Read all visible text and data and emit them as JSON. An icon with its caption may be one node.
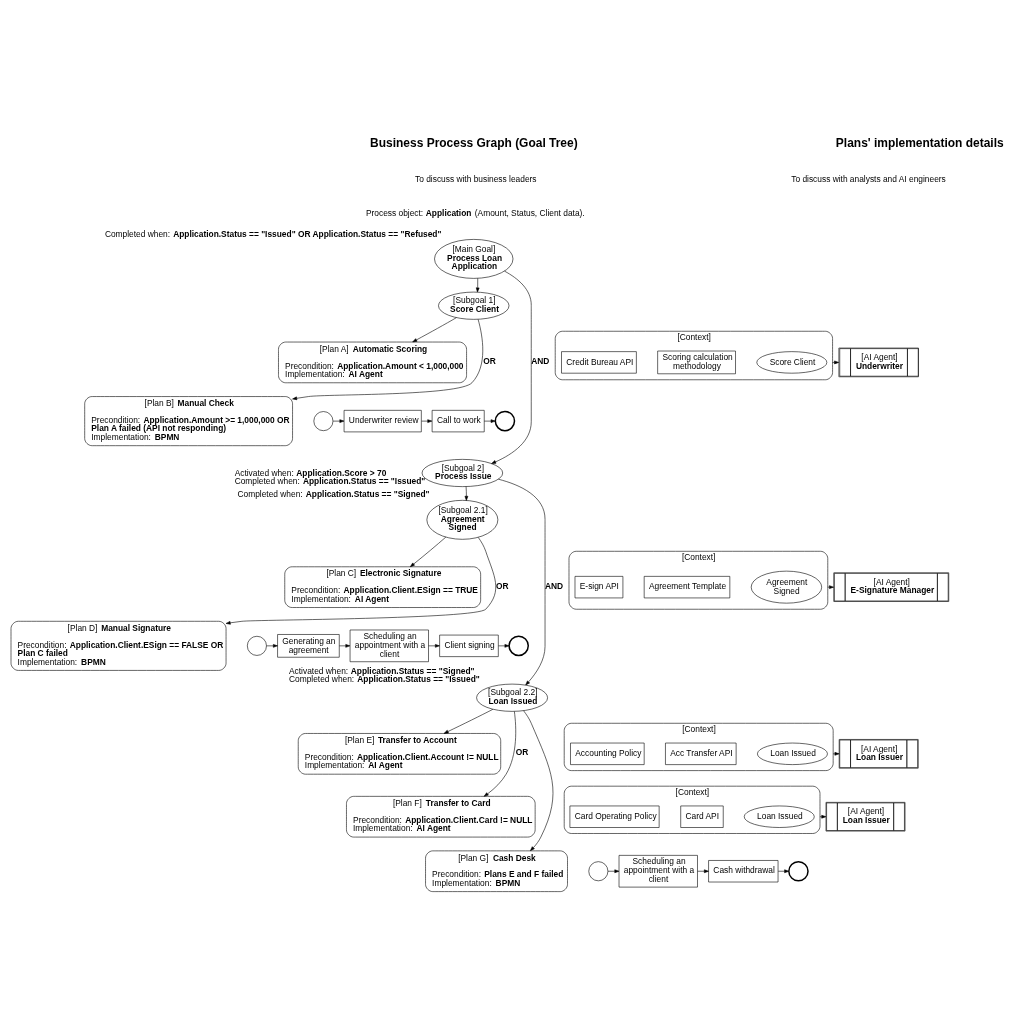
{
  "diagram": {
    "nodes": [
      {
        "text": [
          "[Main Goal]",
          "Process Loan Application"
        ],
        "beside": [
          "Completed when: **Application.Status == \"Issued\" OR Application.Status == \"Refused\"**"
        ]
      },
      {
        "text": [
          "[Subgoal 1]",
          "Score Client"
        ]
      },
      {
        "text": [
          "[Plan A] **Automatic Scoring**",
          "Precondition: **Application.Amount < 1,000,000**",
          "Implementation: **AI Agent**"
        ]
      },
      {
        "text": [
          "[Plan B] **Manual Check**",
          "Precondition: **Application.Amount >= 1,000,000 OR Plan A failed (API not responding)**",
          "Implementation: **BPMN**"
        ]
      },
      {
        "text": [
          "[Subgoal 2]",
          "Process Issue"
        ],
        "beside": [
          "Activated when: **Application.Score > 70**",
          "Completed when: **Application.Status == \"Issued\"**"
        ]
      },
      {
        "text": [
          "[Subgoal 2.1]",
          "Agreement Signed"
        ],
        "beside": [
          "Completed when: **Application.Status == \"Signed\"**"
        ]
      },
      {
        "text": [
          "[Plan C] **Electronic Signature**",
          "Precondition: **Application.Client.ESign == TRUE**",
          "Implementation: **AI Agent**"
        ]
      },
      {
        "text": [
          "[Plan D] **Manual Signature**",
          "Precondition: **Application.Client.ESign == FALSE OR Plan C failed**",
          "Implementation: **BPMN**"
        ]
      },
      {
        "text": [
          "[Subgoal 2.2]",
          "Loan Issued"
        ],
        "beside": [
          "Activated when: **Application.Status == \"Signed\"**",
          "Completed when: **Application.Status == \"Issued\"**"
        ]
      },
      {
        "text": [
          "[Plan E] **Transfer to Account**",
          "Precondition: **Application.Client.Account != NULL**",
          "Implementation: **AI Agent**"
        ]
      },
      {
        "text": [
          "[Plan F] **Transfer to Card**",
          "Precondition: **Application.Client.Card != NULL**",
          "Implementation: **AI Agent**"
        ]
      },
      {
        "text": [
          "[Plan G] **Cash Desk**",
          "Precondition: **Plans E and F failed**",
          "Implementation: **BPMN**"
        ]
      },
      {
        "text": [
          "[Context]"
        ]
      },
      {
        "text": [
          "Credit Bureau API"
        ],
        "in": 12
      },
      {
        "text": [
          "Scoring calculation methodology"
        ],
        "in": 12
      },
      {
        "text": [
          "Score Client"
        ],
        "in": 12
      },
      {
        "text": [
          "[AI Agent]",
          "Underwriter"
        ]
      },
      {
        "text": [],
        "shape": "circle"
      },
      {
        "text": [
          "Underwriter review"
        ]
      },
      {
        "text": [
          "Call to work"
        ]
      },
      {
        "text": [],
        "shape": "circle"
      },
      {
        "text": [
          "[Context]"
        ]
      },
      {
        "text": [
          "E-sign API"
        ],
        "in": 21
      },
      {
        "text": [
          "Agreement Template"
        ],
        "in": 21
      },
      {
        "text": [
          "Agreement Signed"
        ],
        "in": 21
      },
      {
        "text": [
          "[AI Agent]",
          "E-Signature Manager"
        ]
      },
      {
        "text": [],
        "shape": "circle"
      },
      {
        "text": [
          "Generating an agreement"
        ]
      },
      {
        "text": [
          "Scheduling an appointment with a client"
        ]
      },
      {
        "text": [
          "Client signing"
        ]
      },
      {
        "text": [],
        "shape": "circle"
      },
      {
        "text": [
          "[Context]"
        ]
      },
      {
        "text": [
          "Accounting Policy"
        ],
        "in": 31
      },
      {
        "text": [
          "Acc Transfer API"
        ],
        "in": 31
      },
      {
        "text": [
          "Loan Issued"
        ],
        "in": 31
      },
      {
        "text": [
          "[AI Agent]",
          "Loan Issuer"
        ]
      },
      {
        "text": [
          "[Context]"
        ]
      },
      {
        "text": [
          "Card Operating Policy"
        ],
        "in": 36
      },
      {
        "text": [
          "Card API"
        ],
        "in": 36
      },
      {
        "text": [
          "Loan Issued"
        ],
        "in": 36
      },
      {
        "text": [
          "[AI Agent]",
          "Loan Issuer"
        ]
      },
      {
        "text": [],
        "shape": "circle"
      },
      {
        "text": [
          "Scheduling an appointment with a client"
        ]
      },
      {
        "text": [
          "Cash withdrawal"
        ]
      },
      {
        "text": [],
        "shape": "circle"
      }
    ],
    "edges": [
      {
        "from": 0,
        "to": 1,
        "arrow": "to"
      },
      {
        "from": 0,
        "to": 4,
        "arrow": "to",
        "label": "AND"
      },
      {
        "from": 1,
        "to": 2,
        "arrow": "to"
      },
      {
        "from": 1,
        "to": 3,
        "arrow": "to",
        "label": "OR"
      },
      {
        "from": 4,
        "to": 5,
        "arrow": "to"
      },
      {
        "from": 4,
        "to": 8,
        "arrow": "to",
        "label": "AND"
      },
      {
        "from": 5,
        "to": 6,
        "arrow": "to"
      },
      {
        "from": 5,
        "to": 7,
        "arrow": "to",
        "label": "OR"
      },
      {
        "from": 8,
        "to": 9,
        "arrow": "to"
      },
      {
        "from": 8,
        "to": 10,
        "arrow": "to",
        "label": "OR"
      },
      {
        "from": 8,
        "to": 11,
        "arrow": "to"
      },
      {
        "from": 12,
        "to": 16,
        "arrow": "to"
      },
      {
        "from": 17,
        "to": 18,
        "arrow": "to"
      },
      {
        "from": 18,
        "to": 19,
        "arrow": "to"
      },
      {
        "from": 19,
        "to": 20,
        "arrow": "to"
      },
      {
        "from": 21,
        "to": 25,
        "arrow": "to"
      },
      {
        "from": 26,
        "to": 27,
        "arrow": "to"
      },
      {
        "from": 27,
        "to": 28,
        "arrow": "to"
      },
      {
        "from": 28,
        "to": 29,
        "arrow": "to"
      },
      {
        "from": 29,
        "to": 30,
        "arrow": "to"
      },
      {
        "from": 31,
        "to": 35,
        "arrow": "to"
      },
      {
        "from": 36,
        "to": 40,
        "arrow": "to"
      },
      {
        "from": 41,
        "to": 42,
        "arrow": "to"
      },
      {
        "from": 42,
        "to": 43,
        "arrow": "to"
      },
      {
        "from": 43,
        "to": 44,
        "arrow": "to"
      }
    ],
    "labels": [
      "Business Process Graph (Goal Tree)",
      "To discuss with business leaders",
      "Plans' implementation details",
      "To discuss with analysts and AI engineers",
      "Process object: **Application** (Amount, Status, Client data)."
    ]
  }
}
